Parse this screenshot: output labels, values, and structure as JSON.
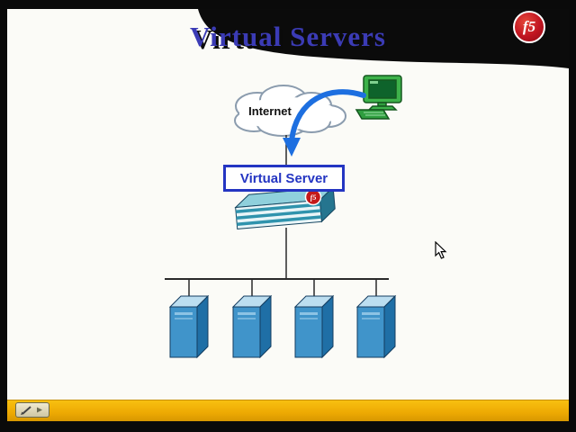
{
  "slide": {
    "title": "Virtual Servers"
  },
  "brand": {
    "logo_text": "f5"
  },
  "diagram": {
    "internet_label": "Internet",
    "virtual_server_label": "Virtual Server",
    "pool_server_count": 4
  },
  "colors": {
    "title_blue": "#3b3bb5",
    "box_border_blue": "#2435c2",
    "arrow_blue": "#1d6fe0",
    "server_front_blue": "#4094ca",
    "server_top_blue": "#bcdef0",
    "server_side_blue": "#1f6fa6",
    "footer_yellow": "#eda903",
    "logo_red": "#c01420",
    "workstation_green": "#3db24a"
  }
}
